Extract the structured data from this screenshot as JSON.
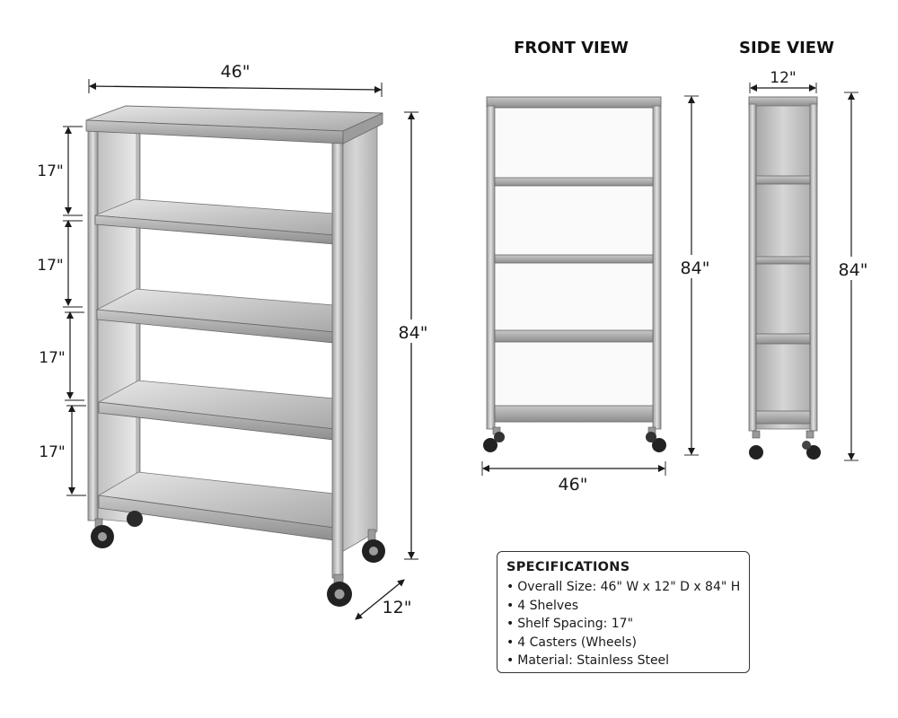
{
  "views": {
    "front_title": "FRONT VIEW",
    "side_title": "SIDE VIEW"
  },
  "perspective": {
    "width_label": "46\"",
    "height_label": "84\"",
    "depth_label": "12\"",
    "spacing_labels": [
      "17\"",
      "17\"",
      "17\"",
      "17\""
    ]
  },
  "front": {
    "width_label": "46\"",
    "height_label": "84\""
  },
  "side": {
    "depth_label": "12\"",
    "height_label": "84\""
  },
  "specifications": {
    "title": "SPECIFICATIONS",
    "items": [
      "Overall Size: 46\" W x 12\" D x 84\" H",
      "4 Shelves",
      "Shelf Spacing: 17\"",
      "4 Casters (Wheels)",
      "Material: Stainless Steel"
    ]
  },
  "colors": {
    "steel_light": "#d9d9d9",
    "steel_mid": "#b5b5b5",
    "steel_dark": "#8c8c8c",
    "line": "#1a1a1a"
  }
}
